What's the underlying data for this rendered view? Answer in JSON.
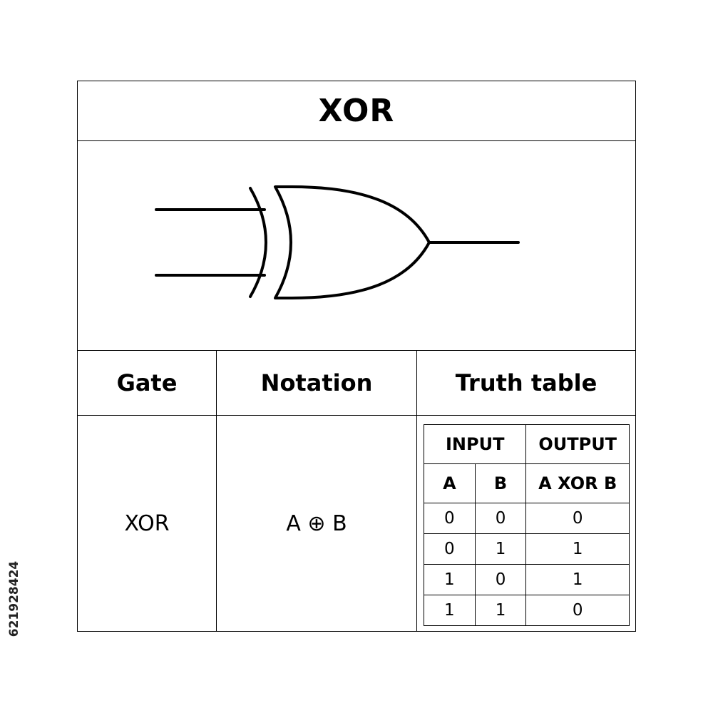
{
  "title": "XOR",
  "symbol": {
    "icon": "xor-gate-icon"
  },
  "headers": {
    "gate": "Gate",
    "notation": "Notation",
    "truth_table": "Truth table"
  },
  "row": {
    "gate": "XOR",
    "notation": "A ⊕ B"
  },
  "truth_table": {
    "group_input": "INPUT",
    "group_output": "OUTPUT",
    "col_a": "A",
    "col_b": "B",
    "col_out": "A XOR B",
    "rows": [
      {
        "a": "0",
        "b": "0",
        "out": "0"
      },
      {
        "a": "0",
        "b": "1",
        "out": "1"
      },
      {
        "a": "1",
        "b": "0",
        "out": "1"
      },
      {
        "a": "1",
        "b": "1",
        "out": "0"
      }
    ]
  },
  "side_id": "621928424"
}
